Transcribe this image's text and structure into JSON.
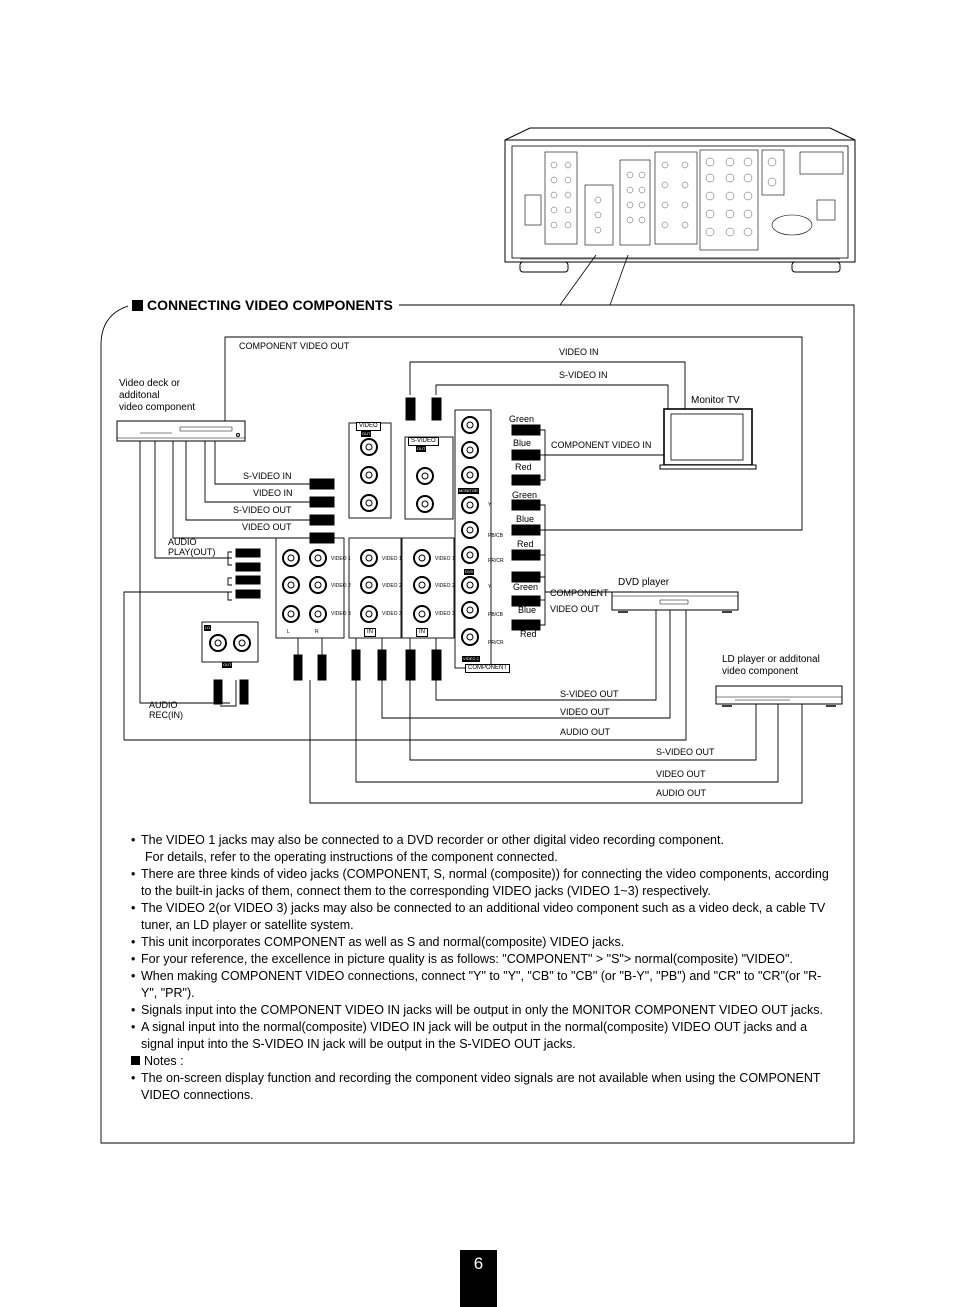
{
  "section": {
    "title": "CONNECTING VIDEO COMPONENTS"
  },
  "devices": {
    "video_deck": {
      "line1": "Video deck or",
      "line2": "additonal",
      "line3": "video component"
    },
    "monitor": {
      "label": "Monitor TV"
    },
    "dvd": {
      "label": "DVD player"
    },
    "ld": {
      "line1": "LD player or additonal",
      "line2": "video component"
    }
  },
  "labels": {
    "component_video_out": "COMPONENT VIDEO OUT",
    "video_in": "VIDEO IN",
    "s_video_in": "S-VIDEO IN",
    "component_video_in": "COMPONENT VIDEO IN",
    "green": "Green",
    "blue": "Blue",
    "red": "Red",
    "s_video_in_left": "S-VIDEO IN",
    "video_in_left": "VIDEO IN",
    "s_video_out_left": "S-VIDEO OUT",
    "video_out_left": "VIDEO OUT",
    "audio_play_1": "AUDIO",
    "audio_play_2": "PLAY(OUT)",
    "audio_rec_1": "AUDIO",
    "audio_rec_2": "REC(IN)",
    "component": "COMPONENT",
    "video_out_dvd": "VIDEO OUT",
    "s_video_out_1": "S-VIDEO OUT",
    "video_out_1": "VIDEO OUT",
    "audio_out_1": "AUDIO OUT",
    "s_video_out_2": "S-VIDEO OUT",
    "video_out_2": "VIDEO OUT",
    "audio_out_2": "AUDIO OUT"
  },
  "panel": {
    "video_tag": "VIDEO",
    "out_tag": "OUT",
    "svideo_tag": "S-VIDEO",
    "monitor_tag": "MONITOR",
    "video1": "VIDEO 1",
    "video2": "VIDEO 2",
    "video3": "VIDEO 3",
    "in_tag": "IN",
    "component_tag": "COMPONENT",
    "y": "Y",
    "pb": "PB/CB",
    "pr": "PR/CR",
    "dvd_tag": "DVD",
    "video2_tag": "VIDEO 2",
    "l": "L",
    "r": "R",
    "ld_tag": "LD"
  },
  "notes": {
    "items": [
      "The VIDEO 1 jacks may also be connected to a DVD recorder or other digital video recording component.",
      "There are three kinds of video jacks (COMPONENT, S, normal (composite)) for connecting the video components, according to the built-in jacks of them, connect them to the corresponding VIDEO jacks (VIDEO 1~3) respectively.",
      "The VIDEO 2(or VIDEO 3) jacks may also be connected to an additional video component such as a video deck, a cable TV tuner, an LD player or satellite system.",
      "This unit incorporates COMPONENT as well as S and normal(composite) VIDEO jacks.",
      "For your reference, the excellence in picture quality is as follows: \"COMPONENT\" > \"S\"> normal(composite) \"VIDEO\".",
      "When making COMPONENT VIDEO connections, connect \"Y\" to \"Y\", \"CB\" to \"CB\" (or \"B-Y\", \"PB\") and \"CR\" to \"CR\"(or \"R-Y\", \"PR\").",
      "Signals input into the COMPONENT VIDEO IN jacks will be output in only the MONITOR COMPONENT VIDEO OUT jacks.",
      "A signal input into the normal(composite) VIDEO IN jack will be output in the normal(composite) VIDEO OUT jacks and a signal input into the S-VIDEO IN jack will be output in the S-VIDEO OUT jacks."
    ],
    "item1_cont": "For details, refer to the operating instructions of the component connected.",
    "notes_header": "Notes :",
    "final_note": "The on-screen display function and recording the component video signals are not available when using the COMPONENT VIDEO connections."
  },
  "page_number": "6"
}
